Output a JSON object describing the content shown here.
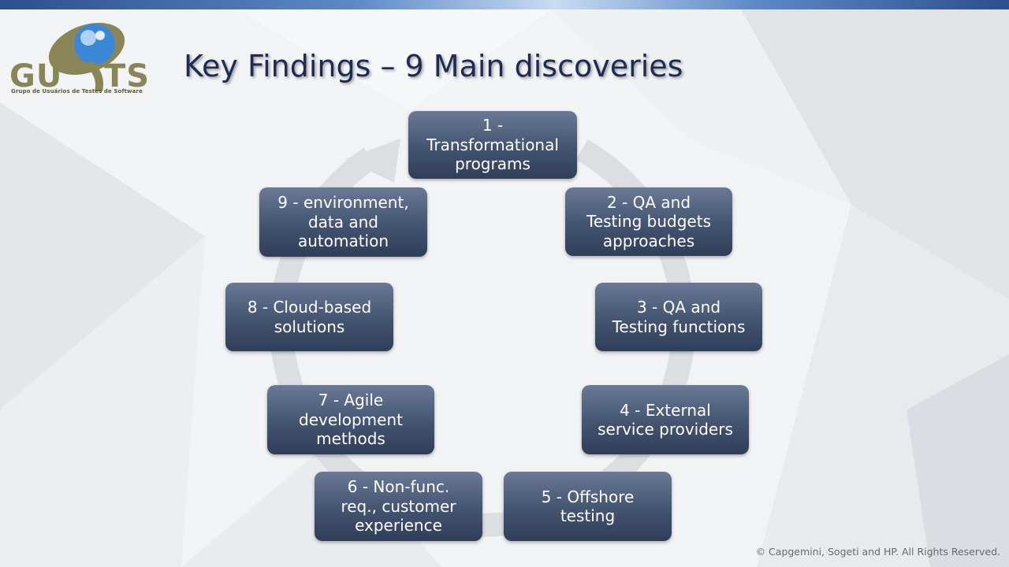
{
  "slide": {
    "title": "Key Findings – 9 Main discoveries",
    "copyright": "© Capgemini, Sogeti and HP. All Rights Reserved."
  },
  "logo": {
    "text_left": "GU",
    "text_right": "TS",
    "tagline": "Grupo de Usuários de Testes de Software"
  },
  "findings": [
    {
      "label": "1 -\nTransformational\nprograms"
    },
    {
      "label": "2 - QA and\nTesting budgets\napproaches"
    },
    {
      "label": "3 - QA and\nTesting functions"
    },
    {
      "label": "4 - External\nservice providers"
    },
    {
      "label": "5 - Offshore\ntesting"
    },
    {
      "label": "6 - Non-func.\nreq., customer\nexperience"
    },
    {
      "label": "7 - Agile\ndevelopment\nmethods"
    },
    {
      "label": "8 - Cloud-based\nsolutions"
    },
    {
      "label": "9 - environment,\ndata  and\nautomation"
    }
  ],
  "colors": {
    "title": "#1f2a55",
    "box_top": "#6a7a96",
    "box_bottom": "#2f3e58",
    "cycle_arrow": "#dcdee2",
    "logo_olive": "#8a8556",
    "logo_blue": "#3a87d6"
  }
}
